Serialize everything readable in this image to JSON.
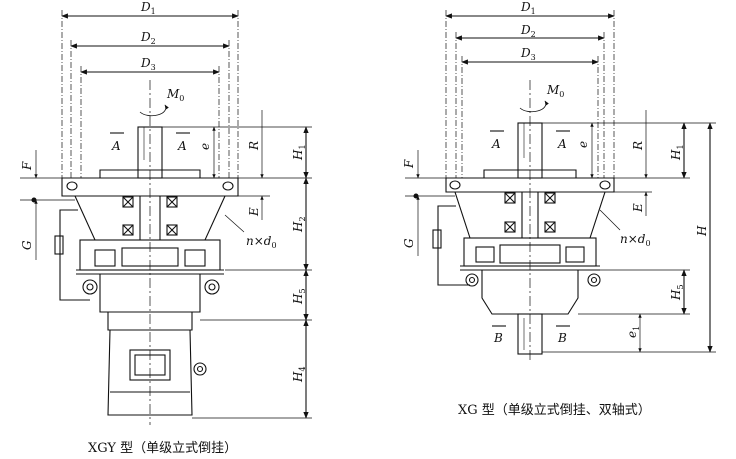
{
  "captions": {
    "left": "XGY 型（单级立式倒挂）",
    "right": "XG 型（单级立式倒挂、双轴式）"
  },
  "dims": {
    "D1": "D",
    "D1_sub": "1",
    "D2": "D",
    "D2_sub": "2",
    "D3": "D",
    "D3_sub": "3",
    "M0": "M",
    "M0_sub": "0",
    "A": "A",
    "B": "B",
    "e": "e",
    "e1": "e",
    "e1_sub": "1",
    "R": "R",
    "F": "F",
    "E": "E",
    "G": "G",
    "H": "H",
    "H1": "H",
    "H1_sub": "1",
    "H2": "H",
    "H2_sub": "2",
    "H4": "H",
    "H4_sub": "4",
    "H5": "H",
    "H5_sub": "5",
    "nd0": "n×d",
    "nd0_sub": "0"
  }
}
